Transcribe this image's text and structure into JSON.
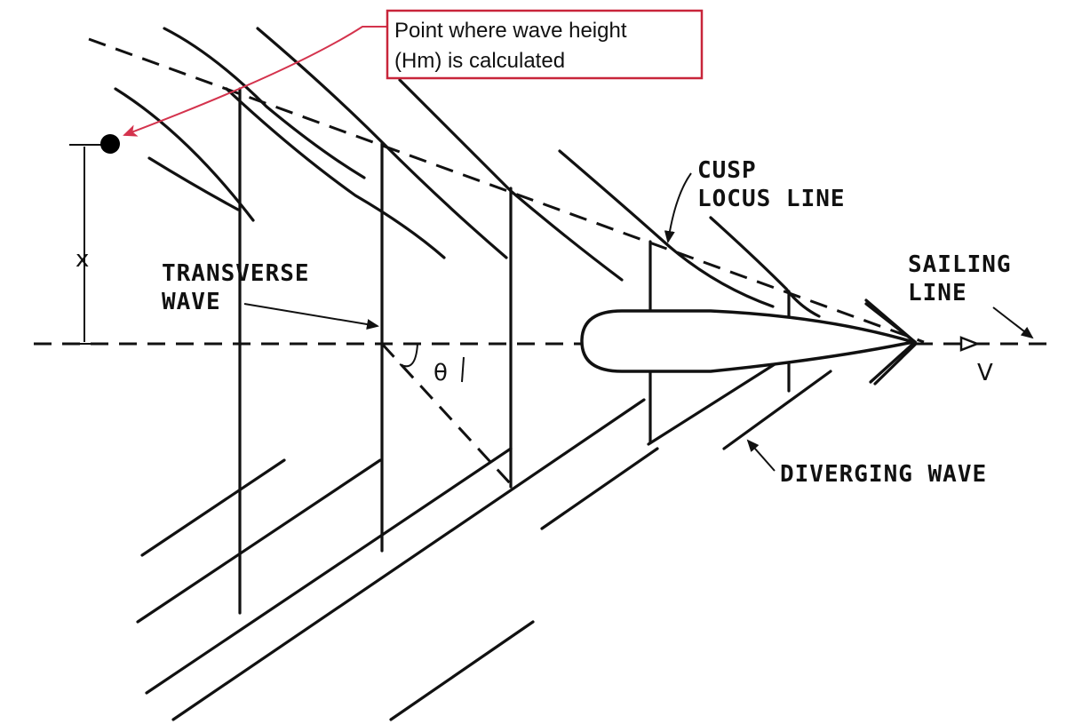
{
  "callout": {
    "line1": "Point where wave height",
    "line2": "(Hm) is calculated",
    "border_color": "#c8253a"
  },
  "labels": {
    "cusp_line1": "CUSP",
    "cusp_line2": "LOCUS LINE",
    "sailing_line1": "SAILING",
    "sailing_line2": "LINE",
    "transverse_line1": "TRANSVERSE",
    "transverse_line2": "WAVE",
    "diverging": "DIVERGING WAVE",
    "distance": "x",
    "angle": "θ",
    "velocity": "V"
  }
}
